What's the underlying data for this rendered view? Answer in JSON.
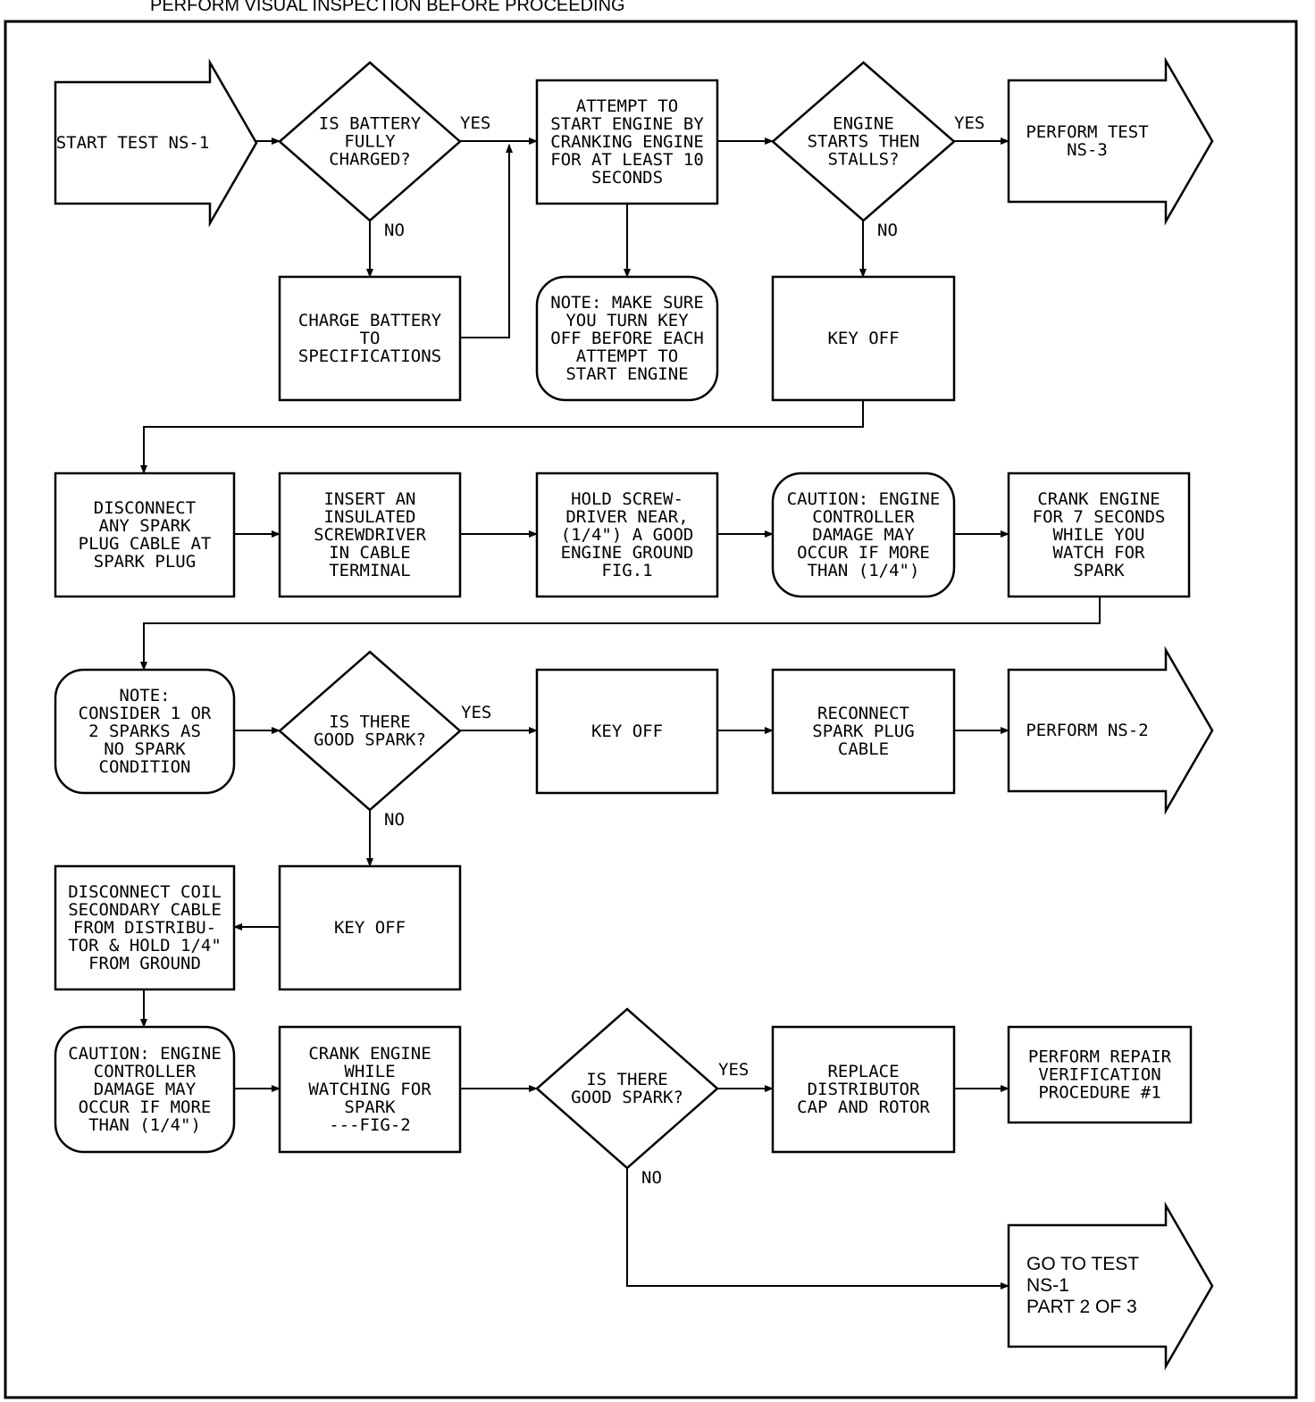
{
  "header": "PERFORM VISUAL INSPECTION BEFORE PROCEEDING",
  "nodes": {
    "start": [
      "START TEST NS-1"
    ],
    "battery_q": [
      "IS BATTERY",
      "FULLY",
      "CHARGED?"
    ],
    "attempt": [
      "ATTEMPT TO",
      "START ENGINE BY",
      "CRANKING ENGINE",
      "FOR AT LEAST 10",
      "SECONDS"
    ],
    "stalls_q": [
      "ENGINE",
      "STARTS THEN",
      "STALLS?"
    ],
    "perform_ns3": [
      "PERFORM TEST",
      "NS-3"
    ],
    "charge": [
      "CHARGE BATTERY",
      "TO",
      "SPECIFICATIONS"
    ],
    "note_key": [
      "NOTE: MAKE SURE",
      "YOU TURN KEY",
      "OFF BEFORE EACH",
      "ATTEMPT TO",
      "START ENGINE"
    ],
    "key_off_1": [
      "KEY OFF"
    ],
    "disconnect_plug": [
      "DISCONNECT",
      "ANY SPARK",
      "PLUG CABLE AT",
      "SPARK PLUG"
    ],
    "insert_screwdriver": [
      "INSERT AN",
      "INSULATED",
      "SCREWDRIVER",
      "IN CABLE",
      "TERMINAL"
    ],
    "hold_screwdriver": [
      "HOLD SCREW-",
      "DRIVER NEAR,",
      "(1/4\") A GOOD",
      "ENGINE GROUND",
      "FIG.1"
    ],
    "caution_1": [
      "CAUTION: ENGINE",
      "CONTROLLER",
      "DAMAGE MAY",
      "OCCUR IF MORE",
      "THAN (1/4\")"
    ],
    "crank_7": [
      "CRANK ENGINE",
      "FOR 7 SECONDS",
      "WHILE YOU",
      "WATCH FOR",
      "SPARK"
    ],
    "note_sparks": [
      "NOTE:",
      "CONSIDER 1 OR",
      "2 SPARKS AS",
      "NO SPARK",
      "CONDITION"
    ],
    "spark_q_1": [
      "IS THERE",
      "GOOD SPARK?"
    ],
    "key_off_2": [
      "KEY OFF"
    ],
    "reconnect": [
      "RECONNECT",
      "SPARK PLUG",
      "CABLE"
    ],
    "perform_ns2": [
      "PERFORM NS-2"
    ],
    "disconnect_coil": [
      "DISCONNECT COIL",
      "SECONDARY CABLE",
      "FROM DISTRIBU-",
      "TOR & HOLD 1/4\"",
      "FROM GROUND"
    ],
    "key_off_3": [
      "KEY OFF"
    ],
    "caution_2": [
      "CAUTION: ENGINE",
      "CONTROLLER",
      "DAMAGE MAY",
      "OCCUR IF MORE",
      "THAN (1/4\")"
    ],
    "crank_watch": [
      "CRANK ENGINE",
      "WHILE",
      "WATCHING FOR",
      "SPARK",
      "---FIG-2"
    ],
    "spark_q_2": [
      "IS THERE",
      "GOOD SPARK?"
    ],
    "replace": [
      "REPLACE",
      "DISTRIBUTOR",
      "CAP AND ROTOR"
    ],
    "verify": [
      "PERFORM REPAIR",
      "VERIFICATION",
      "PROCEDURE #1"
    ],
    "goto_ns1": [
      "GO TO TEST",
      "NS-1",
      "PART 2 OF 3"
    ]
  },
  "edge_labels": {
    "battery_yes": "YES",
    "battery_no": "NO",
    "stalls_yes": "YES",
    "stalls_no": "NO",
    "spark1_yes": "YES",
    "spark1_no": "NO",
    "spark2_yes": "YES",
    "spark2_no": "NO"
  }
}
